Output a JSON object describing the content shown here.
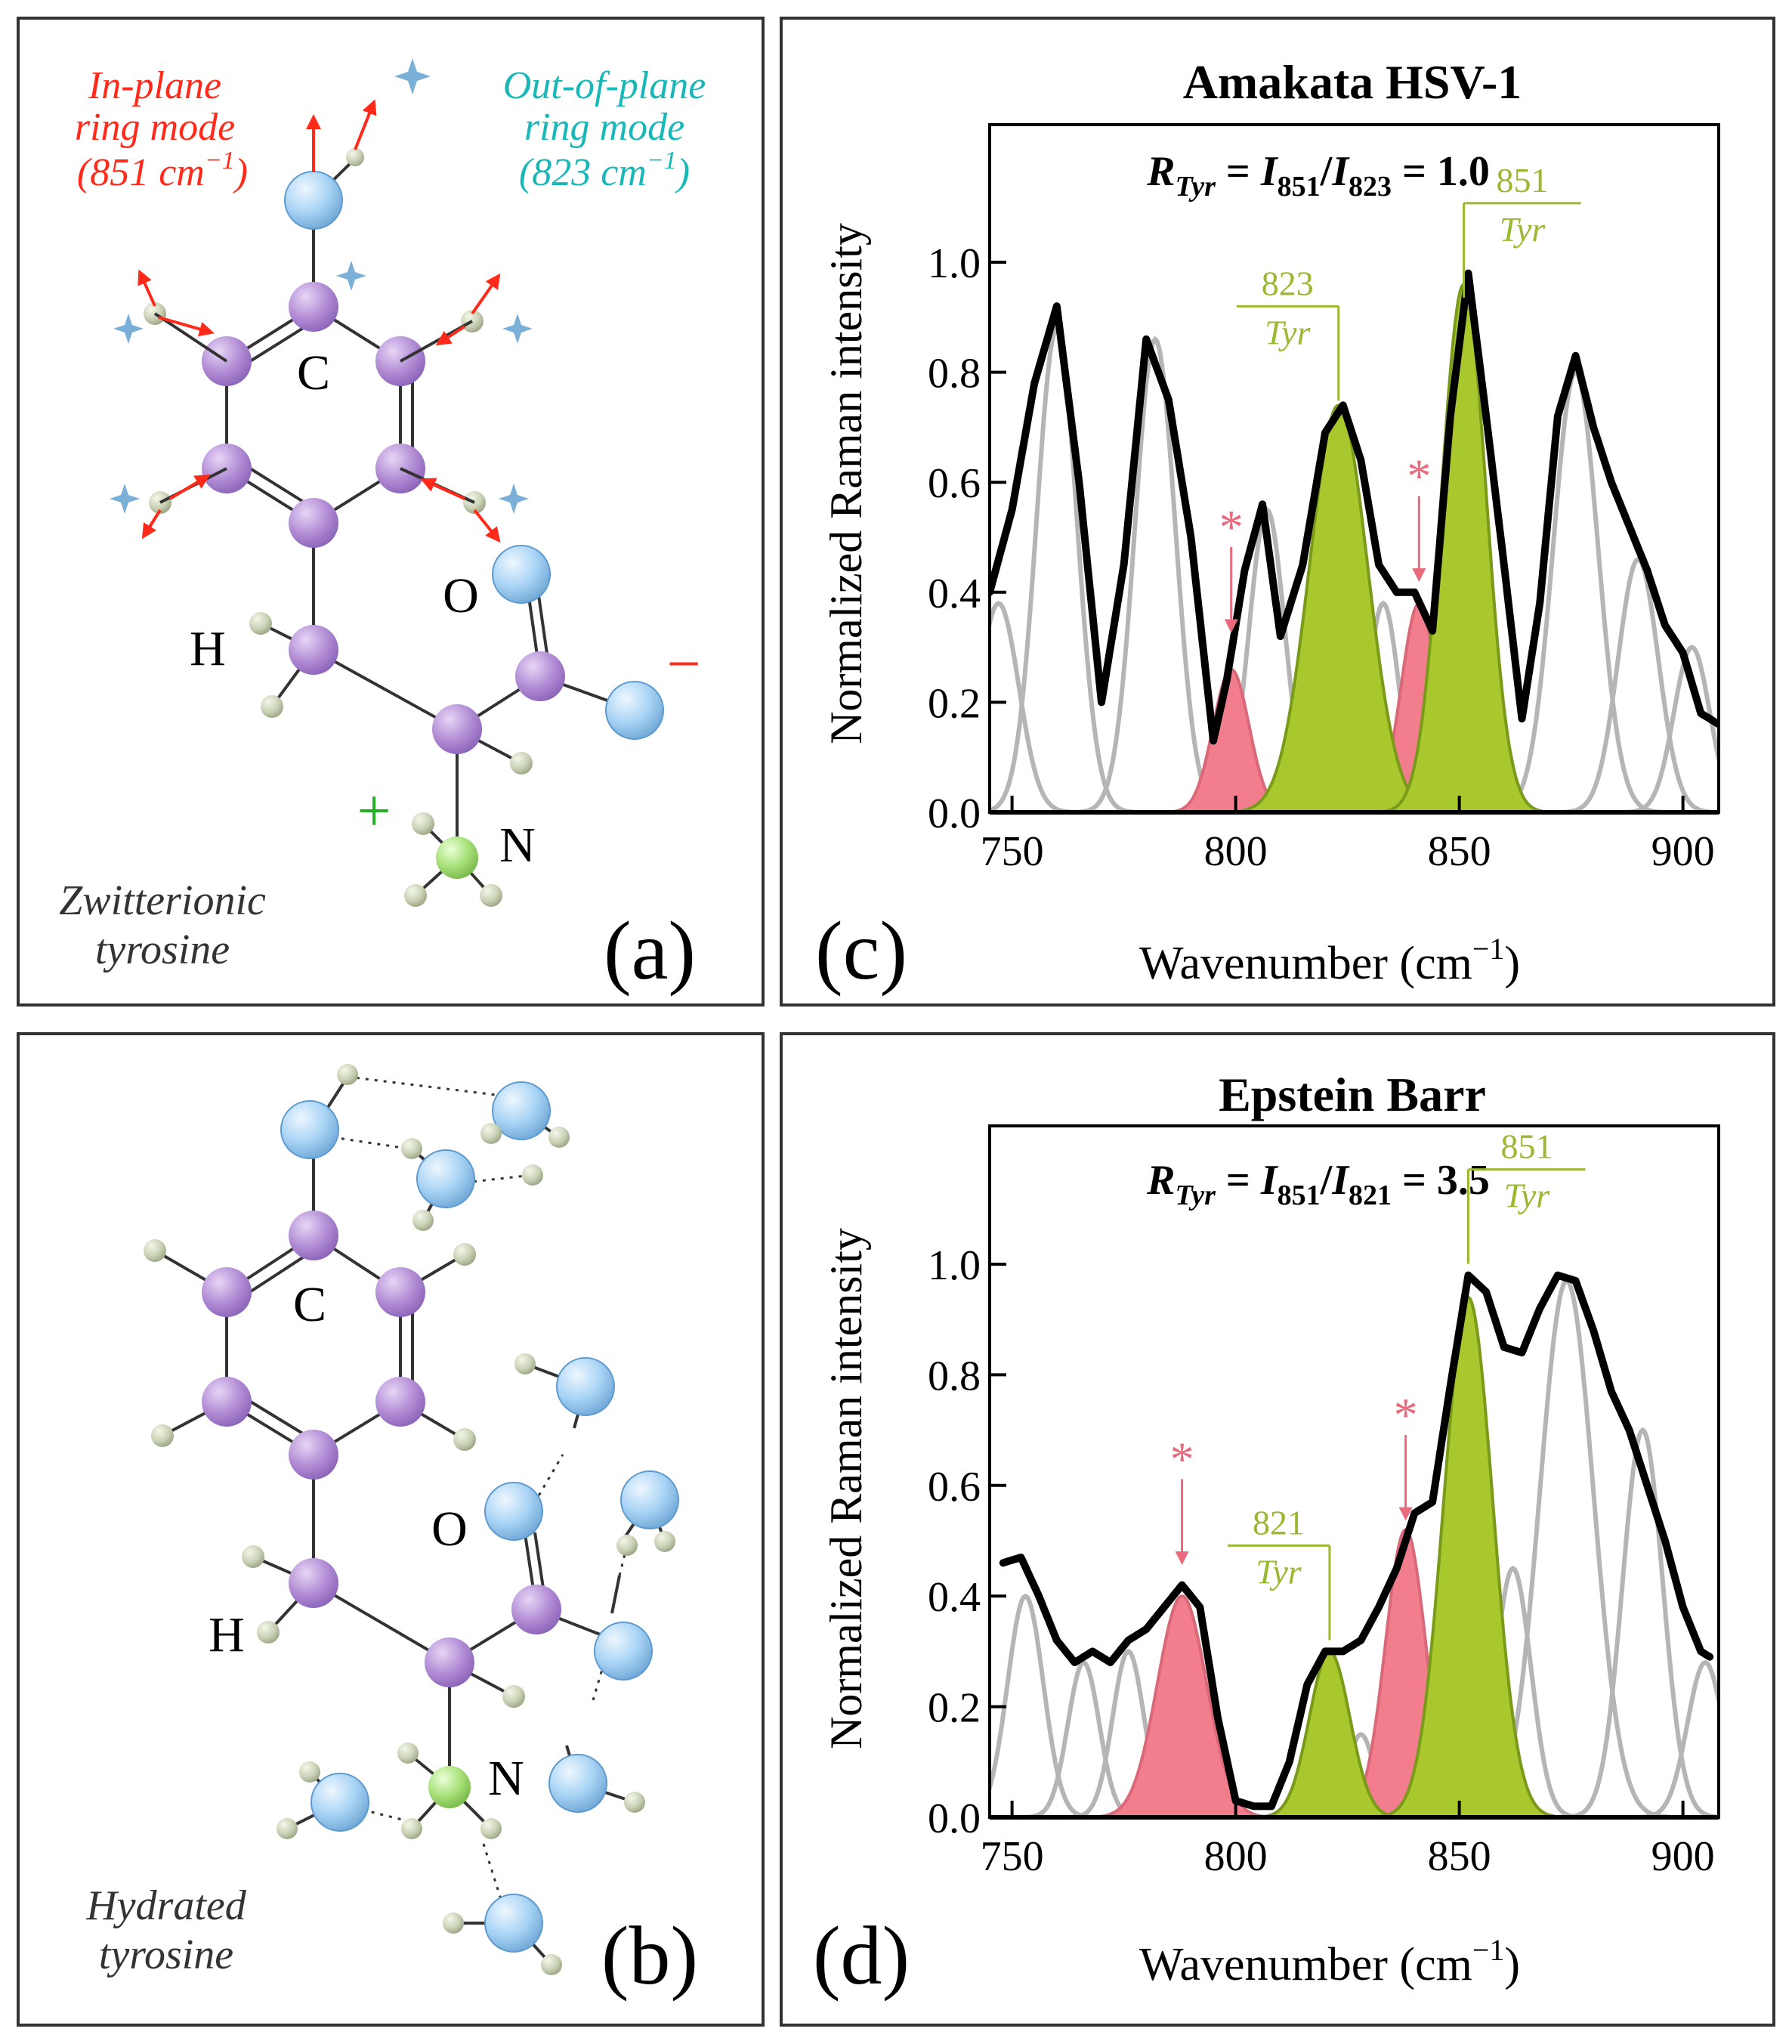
{
  "colors": {
    "fit_gray": "#b5b5b5",
    "tyr_fill": "#a8c82e",
    "tyr_edge": "#7a9a1a",
    "marker_fill": "#f27d8d",
    "marker_edge": "#d96878",
    "marker_text": "#e86a7c",
    "inplane_text": "#ff2a1a",
    "outplane_text": "#18b8b8",
    "tyr_label": "#9ab830",
    "atom_C": "#b48fd6",
    "atom_O": "#a9d4f5",
    "atom_N": "#a9e27a",
    "atom_H": "#c9d1b4",
    "arrow": "#ff2a1a",
    "star": "#7ab0d8",
    "plus": "#23b023"
  },
  "panel_a": {
    "label": "(a)",
    "inplane_lines": [
      "In-plane",
      "ring mode"
    ],
    "inplane_freq": "(851 cm",
    "outplane_lines": [
      "Out-of-plane",
      "ring mode"
    ],
    "outplane_freq": "(823 cm",
    "freq_exp": "−1",
    "freq_close": ")",
    "atom_C": "C",
    "atom_O": "O",
    "atom_H": "H",
    "atom_N": "N",
    "charge_plus": "+",
    "charge_minus": "−",
    "caption_lines": [
      "Zwitterionic",
      "tyrosine"
    ]
  },
  "panel_b": {
    "label": "(b)",
    "atom_C": "C",
    "atom_O": "O",
    "atom_H": "H",
    "atom_N": "N",
    "caption_lines": [
      "Hydrated",
      "tyrosine"
    ]
  },
  "chart_data": [
    {
      "panel": "(c)",
      "type": "line",
      "title": "Amakata HSV-1",
      "ratio": {
        "R": "R",
        "R_sub": "Tyr",
        "I1": "I",
        "I1_sub": "851",
        "I2": "I",
        "I2_sub": "823",
        "value": "= 1.0"
      },
      "xlabel": "Wavenumber (cm",
      "xlabel_exp": "−1",
      "xlabel_close": ")",
      "ylabel": "Normalized Raman intensity",
      "xlim": [
        745,
        908
      ],
      "ylim": [
        0,
        1.25
      ],
      "xticks": [
        "750",
        "800",
        "850",
        "900"
      ],
      "yticks": [
        "0.0",
        "0.2",
        "0.4",
        "0.6",
        "0.8",
        "1.0"
      ],
      "envelope": {
        "x": [
          745,
          750,
          755,
          760,
          765,
          770,
          775,
          780,
          785,
          790,
          795,
          798,
          802,
          806,
          810,
          815,
          820,
          824,
          828,
          832,
          836,
          840,
          844,
          848,
          852,
          856,
          860,
          864,
          868,
          872,
          876,
          880,
          884,
          888,
          892,
          896,
          900,
          904,
          908
        ],
        "y": [
          0.4,
          0.55,
          0.78,
          0.92,
          0.6,
          0.2,
          0.45,
          0.86,
          0.75,
          0.5,
          0.13,
          0.24,
          0.44,
          0.56,
          0.32,
          0.45,
          0.69,
          0.74,
          0.64,
          0.45,
          0.4,
          0.4,
          0.33,
          0.72,
          0.98,
          0.72,
          0.45,
          0.17,
          0.38,
          0.72,
          0.83,
          0.7,
          0.6,
          0.52,
          0.44,
          0.34,
          0.29,
          0.18,
          0.16
        ]
      },
      "tyr_bands": [
        {
          "center": 823,
          "amplitude": 0.74,
          "width": 6.5,
          "label_value": "823",
          "label_name": "Tyr"
        },
        {
          "center": 851,
          "amplitude": 0.96,
          "width": 5.0,
          "label_value": "851",
          "label_name": "Tyr"
        }
      ],
      "marker_bands": [
        {
          "center": 799,
          "amplitude": 0.26,
          "width": 4.0,
          "marker": "*"
        },
        {
          "center": 841,
          "amplitude": 0.38,
          "width": 4.0,
          "marker": "*"
        }
      ],
      "gray_bands": [
        {
          "center": 747,
          "amplitude": 0.38,
          "width": 4.5
        },
        {
          "center": 760,
          "amplitude": 0.88,
          "width": 4.5
        },
        {
          "center": 782,
          "amplitude": 0.86,
          "width": 4.5
        },
        {
          "center": 807,
          "amplitude": 0.55,
          "width": 4.0
        },
        {
          "center": 833,
          "amplitude": 0.38,
          "width": 3.5
        },
        {
          "center": 876,
          "amplitude": 0.8,
          "width": 5.0
        },
        {
          "center": 890,
          "amplitude": 0.46,
          "width": 4.5
        },
        {
          "center": 902,
          "amplitude": 0.3,
          "width": 4.0
        }
      ]
    },
    {
      "panel": "(d)",
      "type": "line",
      "title": "Epstein Barr",
      "ratio": {
        "R": "R",
        "R_sub": "Tyr",
        "I1": "I",
        "I1_sub": "851",
        "I2": "I",
        "I2_sub": "821",
        "value": "= 3.5"
      },
      "xlabel": "Wavenumber (cm",
      "xlabel_exp": "−1",
      "xlabel_close": ")",
      "ylabel": "Normalized Raman intensity",
      "xlim": [
        745,
        908
      ],
      "ylim": [
        0,
        1.25
      ],
      "xticks": [
        "750",
        "800",
        "850",
        "900"
      ],
      "yticks": [
        "0.0",
        "0.2",
        "0.4",
        "0.6",
        "0.8",
        "1.0"
      ],
      "envelope": {
        "x": [
          748,
          752,
          756,
          760,
          764,
          768,
          772,
          776,
          780,
          784,
          788,
          792,
          796,
          800,
          804,
          808,
          812,
          816,
          820,
          824,
          828,
          832,
          836,
          840,
          844,
          848,
          852,
          856,
          860,
          864,
          868,
          872,
          876,
          880,
          884,
          888,
          892,
          896,
          900,
          904,
          906
        ],
        "y": [
          0.46,
          0.47,
          0.4,
          0.32,
          0.28,
          0.3,
          0.28,
          0.32,
          0.34,
          0.38,
          0.42,
          0.38,
          0.18,
          0.03,
          0.02,
          0.02,
          0.1,
          0.24,
          0.3,
          0.3,
          0.32,
          0.38,
          0.45,
          0.55,
          0.57,
          0.78,
          0.98,
          0.95,
          0.85,
          0.84,
          0.92,
          0.98,
          0.97,
          0.88,
          0.77,
          0.7,
          0.6,
          0.5,
          0.38,
          0.3,
          0.29
        ]
      },
      "tyr_bands": [
        {
          "center": 821,
          "amplitude": 0.3,
          "width": 4.5,
          "label_value": "821",
          "label_name": "Tyr"
        },
        {
          "center": 852,
          "amplitude": 0.94,
          "width": 5.5,
          "label_value": "851",
          "label_name": "Tyr"
        }
      ],
      "marker_bands": [
        {
          "center": 788,
          "amplitude": 0.4,
          "width": 5.5,
          "marker": "*"
        },
        {
          "center": 838,
          "amplitude": 0.52,
          "width": 4.5,
          "marker": "*"
        }
      ],
      "gray_bands": [
        {
          "center": 753,
          "amplitude": 0.4,
          "width": 4.0
        },
        {
          "center": 766,
          "amplitude": 0.28,
          "width": 3.5
        },
        {
          "center": 776,
          "amplitude": 0.3,
          "width": 3.5
        },
        {
          "center": 828,
          "amplitude": 0.15,
          "width": 3.0
        },
        {
          "center": 862,
          "amplitude": 0.45,
          "width": 4.0
        },
        {
          "center": 874,
          "amplitude": 0.97,
          "width": 6.0
        },
        {
          "center": 891,
          "amplitude": 0.7,
          "width": 4.5
        },
        {
          "center": 905,
          "amplitude": 0.28,
          "width": 4.0
        }
      ]
    }
  ]
}
